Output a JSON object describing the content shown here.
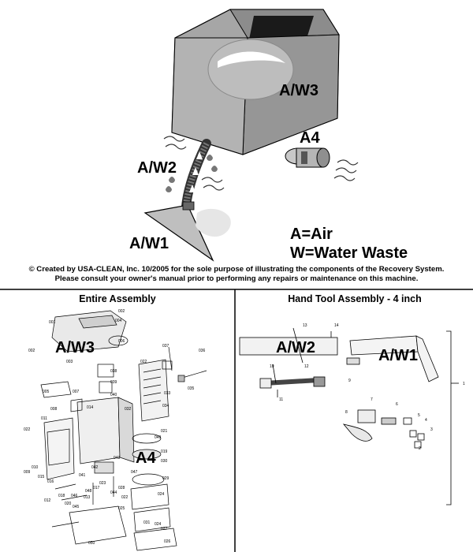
{
  "overview": {
    "labels": {
      "recovery_tank": "A/W3",
      "hose": "A/W2",
      "wand": "A/W1",
      "vacuum_motor": "A4"
    },
    "legend": {
      "air": "A=Air",
      "water": "W=Water Waste"
    },
    "caption_line1": "© Created by USA-CLEAN, Inc. 10/2005 for the sole purpose of illustrating the components of the Recovery System.",
    "caption_line2": "Please consult your owner's manual prior to performing any repairs or maintenance on this machine."
  },
  "left_panel": {
    "title": "Entire Assembly",
    "tags": {
      "tank": "A/W3",
      "motor": "A4"
    },
    "part_numbers": [
      "001",
      "002",
      "002",
      "003",
      "004",
      "005",
      "006",
      "007",
      "008",
      "009",
      "010",
      "011",
      "012",
      "013",
      "014",
      "015",
      "016",
      "017",
      "018",
      "019",
      "020",
      "021",
      "022",
      "022",
      "022",
      "023",
      "024",
      "024",
      "025",
      "026",
      "027",
      "028",
      "029",
      "030",
      "031",
      "032",
      "033",
      "034",
      "035",
      "036",
      "037",
      "038",
      "039",
      "040",
      "041",
      "042",
      "043",
      "044",
      "045",
      "046",
      "047",
      "048",
      "049",
      "050"
    ]
  },
  "right_panel": {
    "title": "Hand Tool Assembly - 4 inch",
    "tags": {
      "hose": "A/W2",
      "wand": "A/W1"
    },
    "part_numbers": [
      "1",
      "2",
      "3",
      "4",
      "5",
      "6",
      "7",
      "8",
      "9",
      "10",
      "11",
      "12",
      "13",
      "14"
    ]
  },
  "colors": {
    "tank_fill": "#a9a9a9",
    "tank_dark": "#7d7d7d",
    "hose": "#555555",
    "line": "#000000"
  }
}
